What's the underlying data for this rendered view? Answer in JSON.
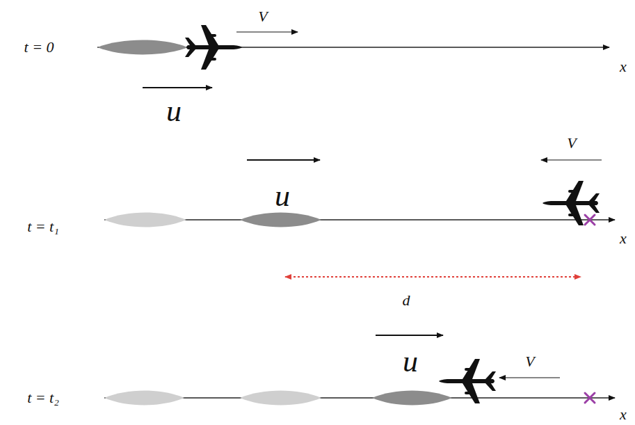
{
  "diagram": {
    "labels": [
      "t = 0",
      "V",
      "x",
      "u",
      "V",
      "u",
      "t = t₁",
      "x",
      "d",
      "u",
      "V",
      "t = t₂",
      "x"
    ]
  }
}
